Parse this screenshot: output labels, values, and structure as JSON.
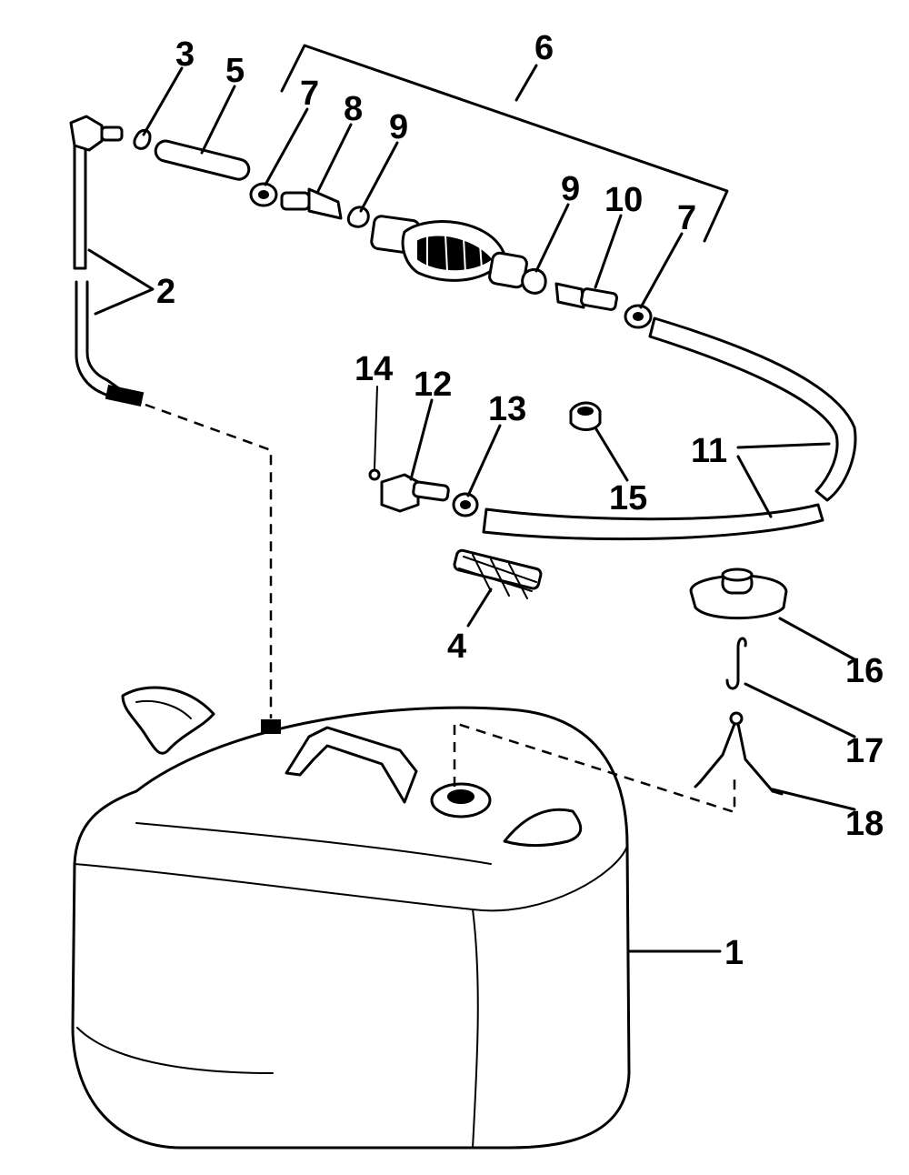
{
  "callouts": {
    "c1": "1",
    "c2": "2",
    "c3": "3",
    "c4": "4",
    "c5": "5",
    "c6": "6",
    "c7a": "7",
    "c7b": "7",
    "c8": "8",
    "c9a": "9",
    "c9b": "9",
    "c10": "10",
    "c11": "11",
    "c12": "12",
    "c13": "13",
    "c14": "14",
    "c15": "15",
    "c16": "16",
    "c17": "17",
    "c18": "18"
  }
}
